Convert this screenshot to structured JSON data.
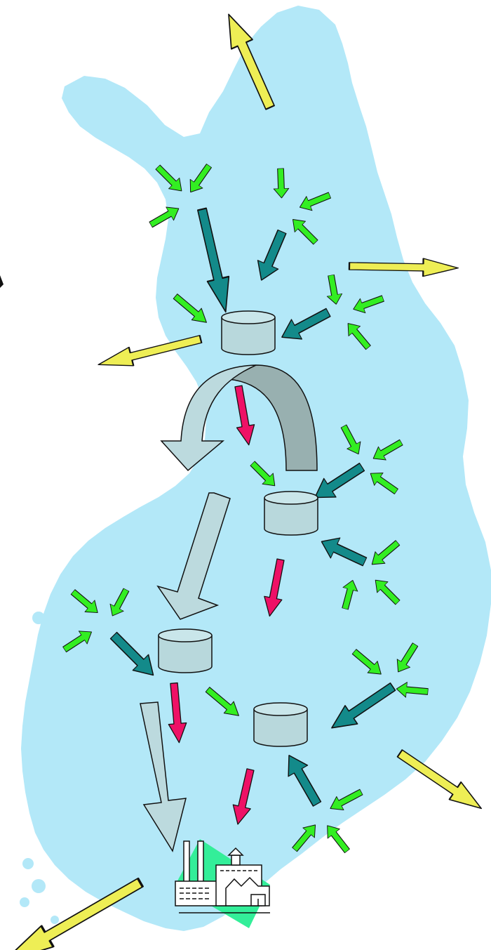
{
  "colors": {
    "map_fill": "#b3e8f8",
    "feeder_arrow": "#33ee22",
    "transport_arrow": "#138a8a",
    "export_arrow": "#eeee55",
    "process_arrow": "#ee1166",
    "storage_fill": "#b8d8dc",
    "flow_arrow_light": "#bcdade",
    "flow_arrow_dark": "#98b0b0",
    "outline": "#111111"
  },
  "nodes": [
    {
      "id": "storage-1",
      "type": "storage"
    },
    {
      "id": "storage-2",
      "type": "storage"
    },
    {
      "id": "storage-3",
      "type": "storage"
    },
    {
      "id": "storage-4",
      "type": "storage"
    },
    {
      "id": "mill",
      "type": "factory"
    }
  ],
  "icons": [
    "storage-cylinder-icon",
    "factory-icon",
    "arrow-icon"
  ]
}
